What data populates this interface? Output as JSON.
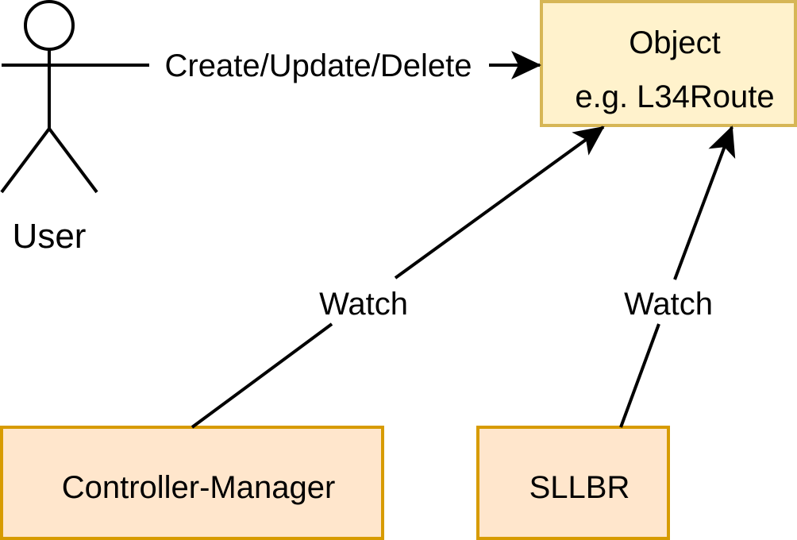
{
  "colors": {
    "object_fill": "#fff2cc",
    "object_stroke": "#d6b656",
    "component_fill": "#ffe6cc",
    "component_stroke": "#d79b00",
    "line": "#000000"
  },
  "actor": {
    "label": "User"
  },
  "object_box": {
    "title": "Object",
    "subtitle": "e.g. L34Route"
  },
  "components": {
    "controller_manager": "Controller-Manager",
    "sllbr": "SLLBR"
  },
  "edges": {
    "user_to_object": "Create/Update/Delete",
    "controller_watch": "Watch",
    "sllbr_watch": "Watch"
  }
}
